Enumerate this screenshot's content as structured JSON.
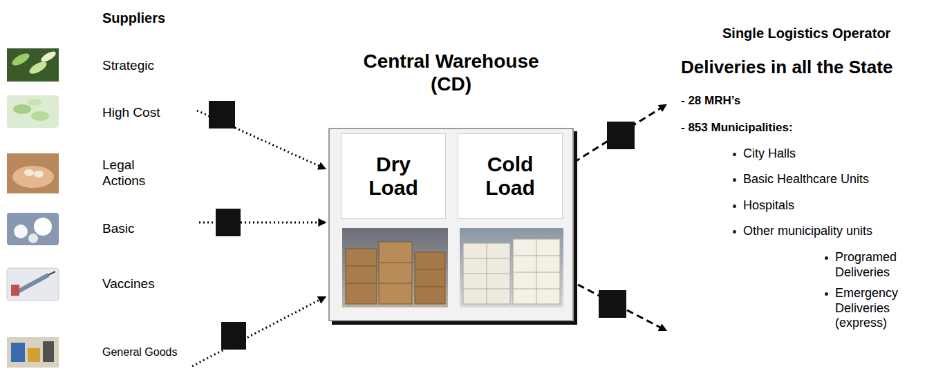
{
  "diagram": {
    "nodes": [
      {
        "text": [
          "Central Warehouse (CD)"
        ]
      },
      {
        "text": [
          "Dry Load"
        ],
        "in": 0
      },
      {
        "text": [
          "Cold Load"
        ],
        "in": 0
      }
    ],
    "labels": [
      "Suppliers",
      "Strategic",
      "High Cost",
      "Legal Actions",
      "Basic",
      "Vaccines",
      "General Goods",
      "Single Logistics Operator",
      "Deliveries in all the State",
      "- 28 MRH’s",
      "- 853 Municipalities:",
      "City Halls",
      "Basic Healthcare Units",
      "Hospitals",
      "Other municipality units",
      "Programed Deliveries",
      "Emergency Deliveries (express)"
    ]
  }
}
